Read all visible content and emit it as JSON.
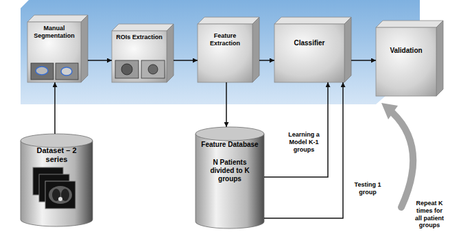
{
  "diagram": {
    "nodes": [
      {
        "text": [
          "Manual Segmentation"
        ]
      },
      {
        "text": [
          "ROIs Extraction"
        ]
      },
      {
        "text": [
          "Feature Extraction"
        ]
      },
      {
        "text": [
          "Classifier"
        ]
      },
      {
        "text": [
          "Validation"
        ]
      },
      {
        "text": [
          "Dataset – 2 series"
        ]
      },
      {
        "text": [
          "Feature Database",
          "N Patients divided to K groups"
        ]
      }
    ],
    "edges": [
      {
        "from": 0,
        "to": 1,
        "arrow": "to"
      },
      {
        "from": 1,
        "to": 2,
        "arrow": "to"
      },
      {
        "from": 2,
        "to": 3,
        "arrow": "to"
      },
      {
        "from": 3,
        "to": 4,
        "arrow": "to"
      },
      {
        "from": 5,
        "to": 0,
        "arrow": "to"
      },
      {
        "from": 2,
        "to": 6,
        "arrow": "to"
      },
      {
        "from": 6,
        "to": 3,
        "label": "Learning a Model K-1 groups",
        "arrow": "to"
      },
      {
        "from": 6,
        "to": 3,
        "label": "Testing 1 group",
        "arrow": "to"
      }
    ],
    "labels": [
      "Repeat K times for all patient groups"
    ]
  }
}
